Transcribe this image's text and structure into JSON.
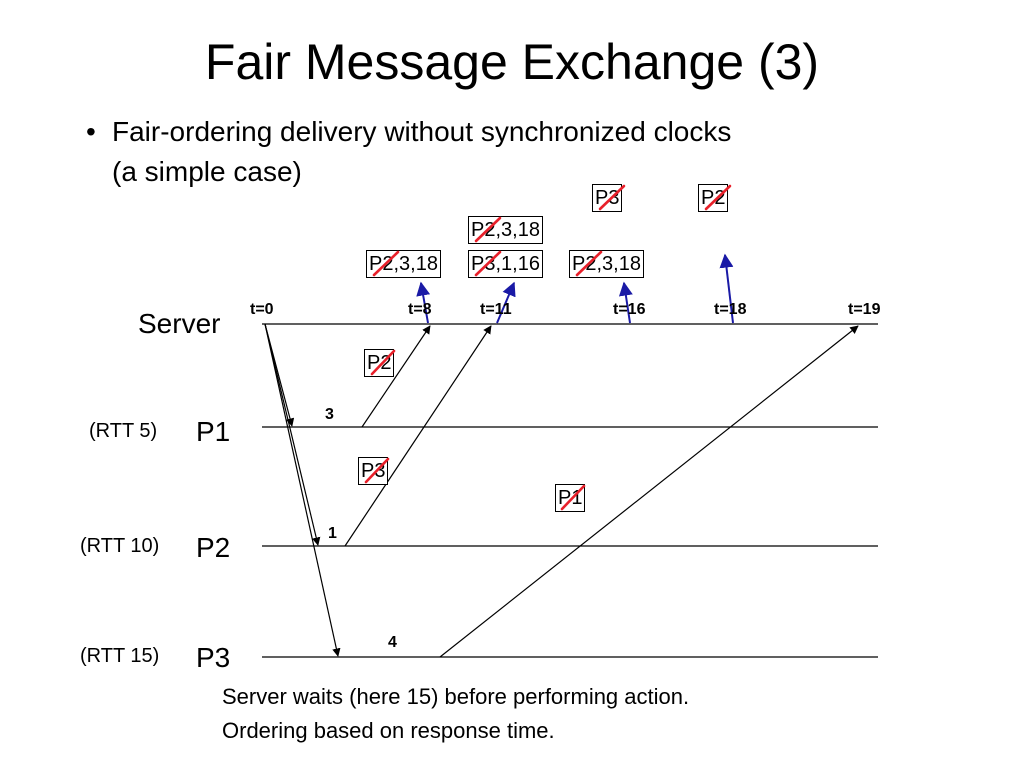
{
  "title": "Fair Message Exchange (3)",
  "bullet": {
    "marker": "•",
    "line1": "Fair-ordering delivery without synchronized clocks",
    "line2": "(a simple case)"
  },
  "participants": {
    "server": "Server",
    "p1": "P1",
    "p2": "P2",
    "p3": "P3",
    "p1_rtt": "(RTT 5)",
    "p2_rtt": "(RTT 10)",
    "p3_rtt": "(RTT 15)"
  },
  "times": {
    "t0": "t=0",
    "t8": "t=8",
    "t11": "t=11",
    "t16": "t=16",
    "t18": "t=18",
    "t19": "t=19"
  },
  "delays": {
    "p1": "3",
    "p2": "1",
    "p3": "4"
  },
  "messages": {
    "p2_msg": "P2",
    "p3_msg": "P3",
    "p1_msg": "P1"
  },
  "queue": {
    "t8_entry": "P2,3,18",
    "t11_entry_a": "P2,3,18",
    "t11_entry_b": "P3,1,16",
    "t16_entry": "P2,3,18"
  },
  "delivered": {
    "t16": "P3",
    "t18": "P2"
  },
  "footer": {
    "line1": "Server waits (here 15) before performing action.",
    "line2": "Ordering based on response time."
  },
  "colors": {
    "strike": "#e8202a",
    "upcall_arrow": "#1a1aa6",
    "line": "#000000"
  }
}
